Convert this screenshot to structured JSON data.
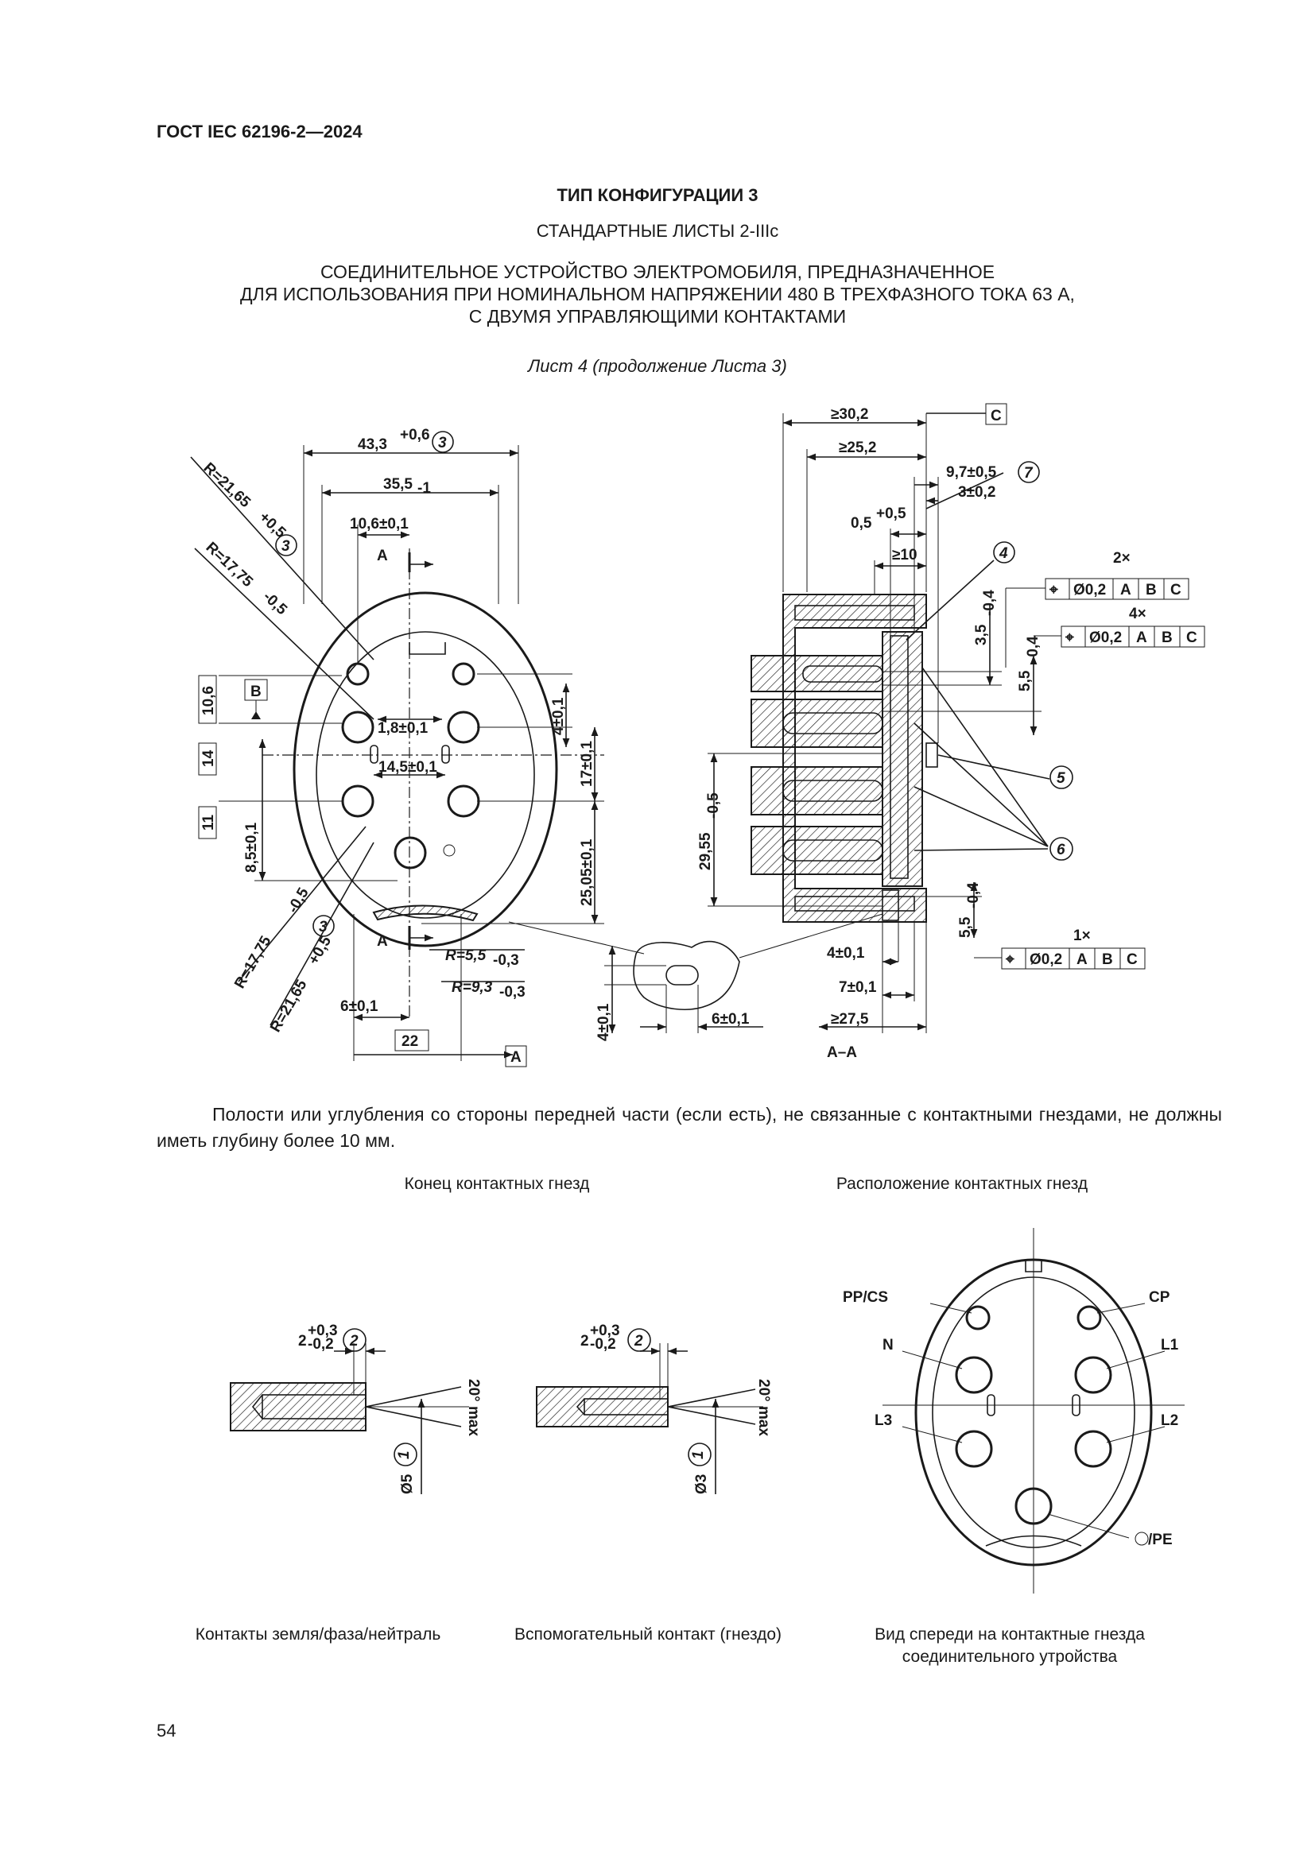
{
  "header": {
    "doc_id": "ГОСТ IEC 62196-2—2024"
  },
  "title": {
    "type": "ТИП КОНФИГУРАЦИИ 3",
    "sheets": "СТАНДАРТНЫЕ ЛИСТЫ 2-IIIc",
    "desc_1": "СОЕДИНИТЕЛЬНОЕ УСТРОЙСТВО ЭЛЕКТРОМОБИЛЯ, ПРЕДНАЗНАЧЕННОЕ",
    "desc_2": "ДЛЯ ИСПОЛЬЗОВАНИЯ ПРИ НОМИНАЛЬНОМ НАПРЯЖЕНИИ 480 В ТРЕХФАЗНОГО ТОКА 63 А,",
    "desc_3": "С ДВУМЯ УПРАВЛЯЮЩИМИ КОНТАКТАМИ",
    "sheet_no": "Лист 4 (продолжение Листа 3)"
  },
  "front_view": {
    "dims": {
      "d43": "43,3",
      "d43_tol": "+0,6",
      "d35": "35,5",
      "d35_tol": "-1",
      "d10_6": "10,6±0,1",
      "r21_65": "R=21,65",
      "r21_65_tol": "+0,5",
      "r17_75": "R=17,75",
      "r17_75_tol": "-0,5",
      "d1_8": "1,8±0,1",
      "d14_5": "14,5±0,1",
      "d4": "4±0,1",
      "d17": "17±0,1",
      "d25_05": "25,05±0,1",
      "d8_5": "8,5±0,1",
      "r5_5": "R=5,5",
      "r5_5_tol": "-0,3",
      "r9_3": "R=9,3",
      "r9_3_tol": "-0,3",
      "d6": "6±0,1",
      "d22": "22"
    },
    "boxes": {
      "b10_6": "10,6",
      "b14": "14",
      "b11": "11"
    },
    "datum_a": "A",
    "datum_b": "B",
    "callout_3": "3"
  },
  "section_view": {
    "dims": {
      "d30_2": "≥30,2",
      "d25_2": "≥25,2",
      "d9_7": "9,7±0,5",
      "d3": "3±0,2",
      "d0_5": "0,5",
      "d0_5_tol": "+0,5",
      "d10": "≥10",
      "d3_5": "3,5",
      "d3_5_tol": "-0,4",
      "d5_5a": "5,5",
      "d5_5a_tol": "-0,4",
      "d29_55": "29,55",
      "d29_55_tol": "-0,5",
      "d5_5b": "5,5",
      "d5_5b_tol": "-0,4",
      "d4": "4±0,1",
      "d7": "7±0,1",
      "d27_5": "≥27,5",
      "d4_left": "4±0,1",
      "d6": "6±0,1"
    },
    "tol_frames": [
      {
        "count": "2×",
        "sym": "⌖",
        "val": "Ø0,2",
        "a": "A",
        "b": "B",
        "c": "C"
      },
      {
        "count": "4×",
        "sym": "⌖",
        "val": "Ø0,2",
        "a": "A",
        "b": "B",
        "c": "C"
      },
      {
        "count": "1×",
        "sym": "⌖",
        "val": "Ø0,2",
        "a": "A",
        "b": "B",
        "c": "C"
      }
    ],
    "datum_c": "C",
    "callouts": {
      "c4": "4",
      "c5": "5",
      "c6": "6",
      "c7": "7"
    },
    "section_label": "A–A"
  },
  "paragraph": "Полости или углубления со стороны передней части (если есть), не связанные с контактными гнездами, не должны иметь глубину более 10 мм.",
  "lower": {
    "cap_contact_end": "Конец контактных гнезд",
    "cap_layout": "Расположение контактных гнезд",
    "pin1": {
      "d": "2",
      "tol_up": "+0,3",
      "tol_dn": "-0,2",
      "callout_2": "2",
      "callout_1": "1",
      "dia": "Ø5",
      "angle": "20° max"
    },
    "pin2": {
      "d": "2",
      "tol_up": "+0,3",
      "tol_dn": "-0,2",
      "callout_2": "2",
      "callout_1": "1",
      "dia": "Ø3",
      "angle": "20° max"
    },
    "layout_labels": {
      "ppcs": "PP/CS",
      "cp": "CP",
      "n": "N",
      "l1": "L1",
      "l3": "L3",
      "l2": "L2",
      "pe": "/PE"
    },
    "cap_pin1": "Контакты земля/фаза/нейтраль",
    "cap_pin2": "Вспомогательный контакт (гнездо)",
    "cap_front_1": "Вид спереди на контактные гнезда",
    "cap_front_2": "соединительного утройства"
  },
  "page_number": "54"
}
